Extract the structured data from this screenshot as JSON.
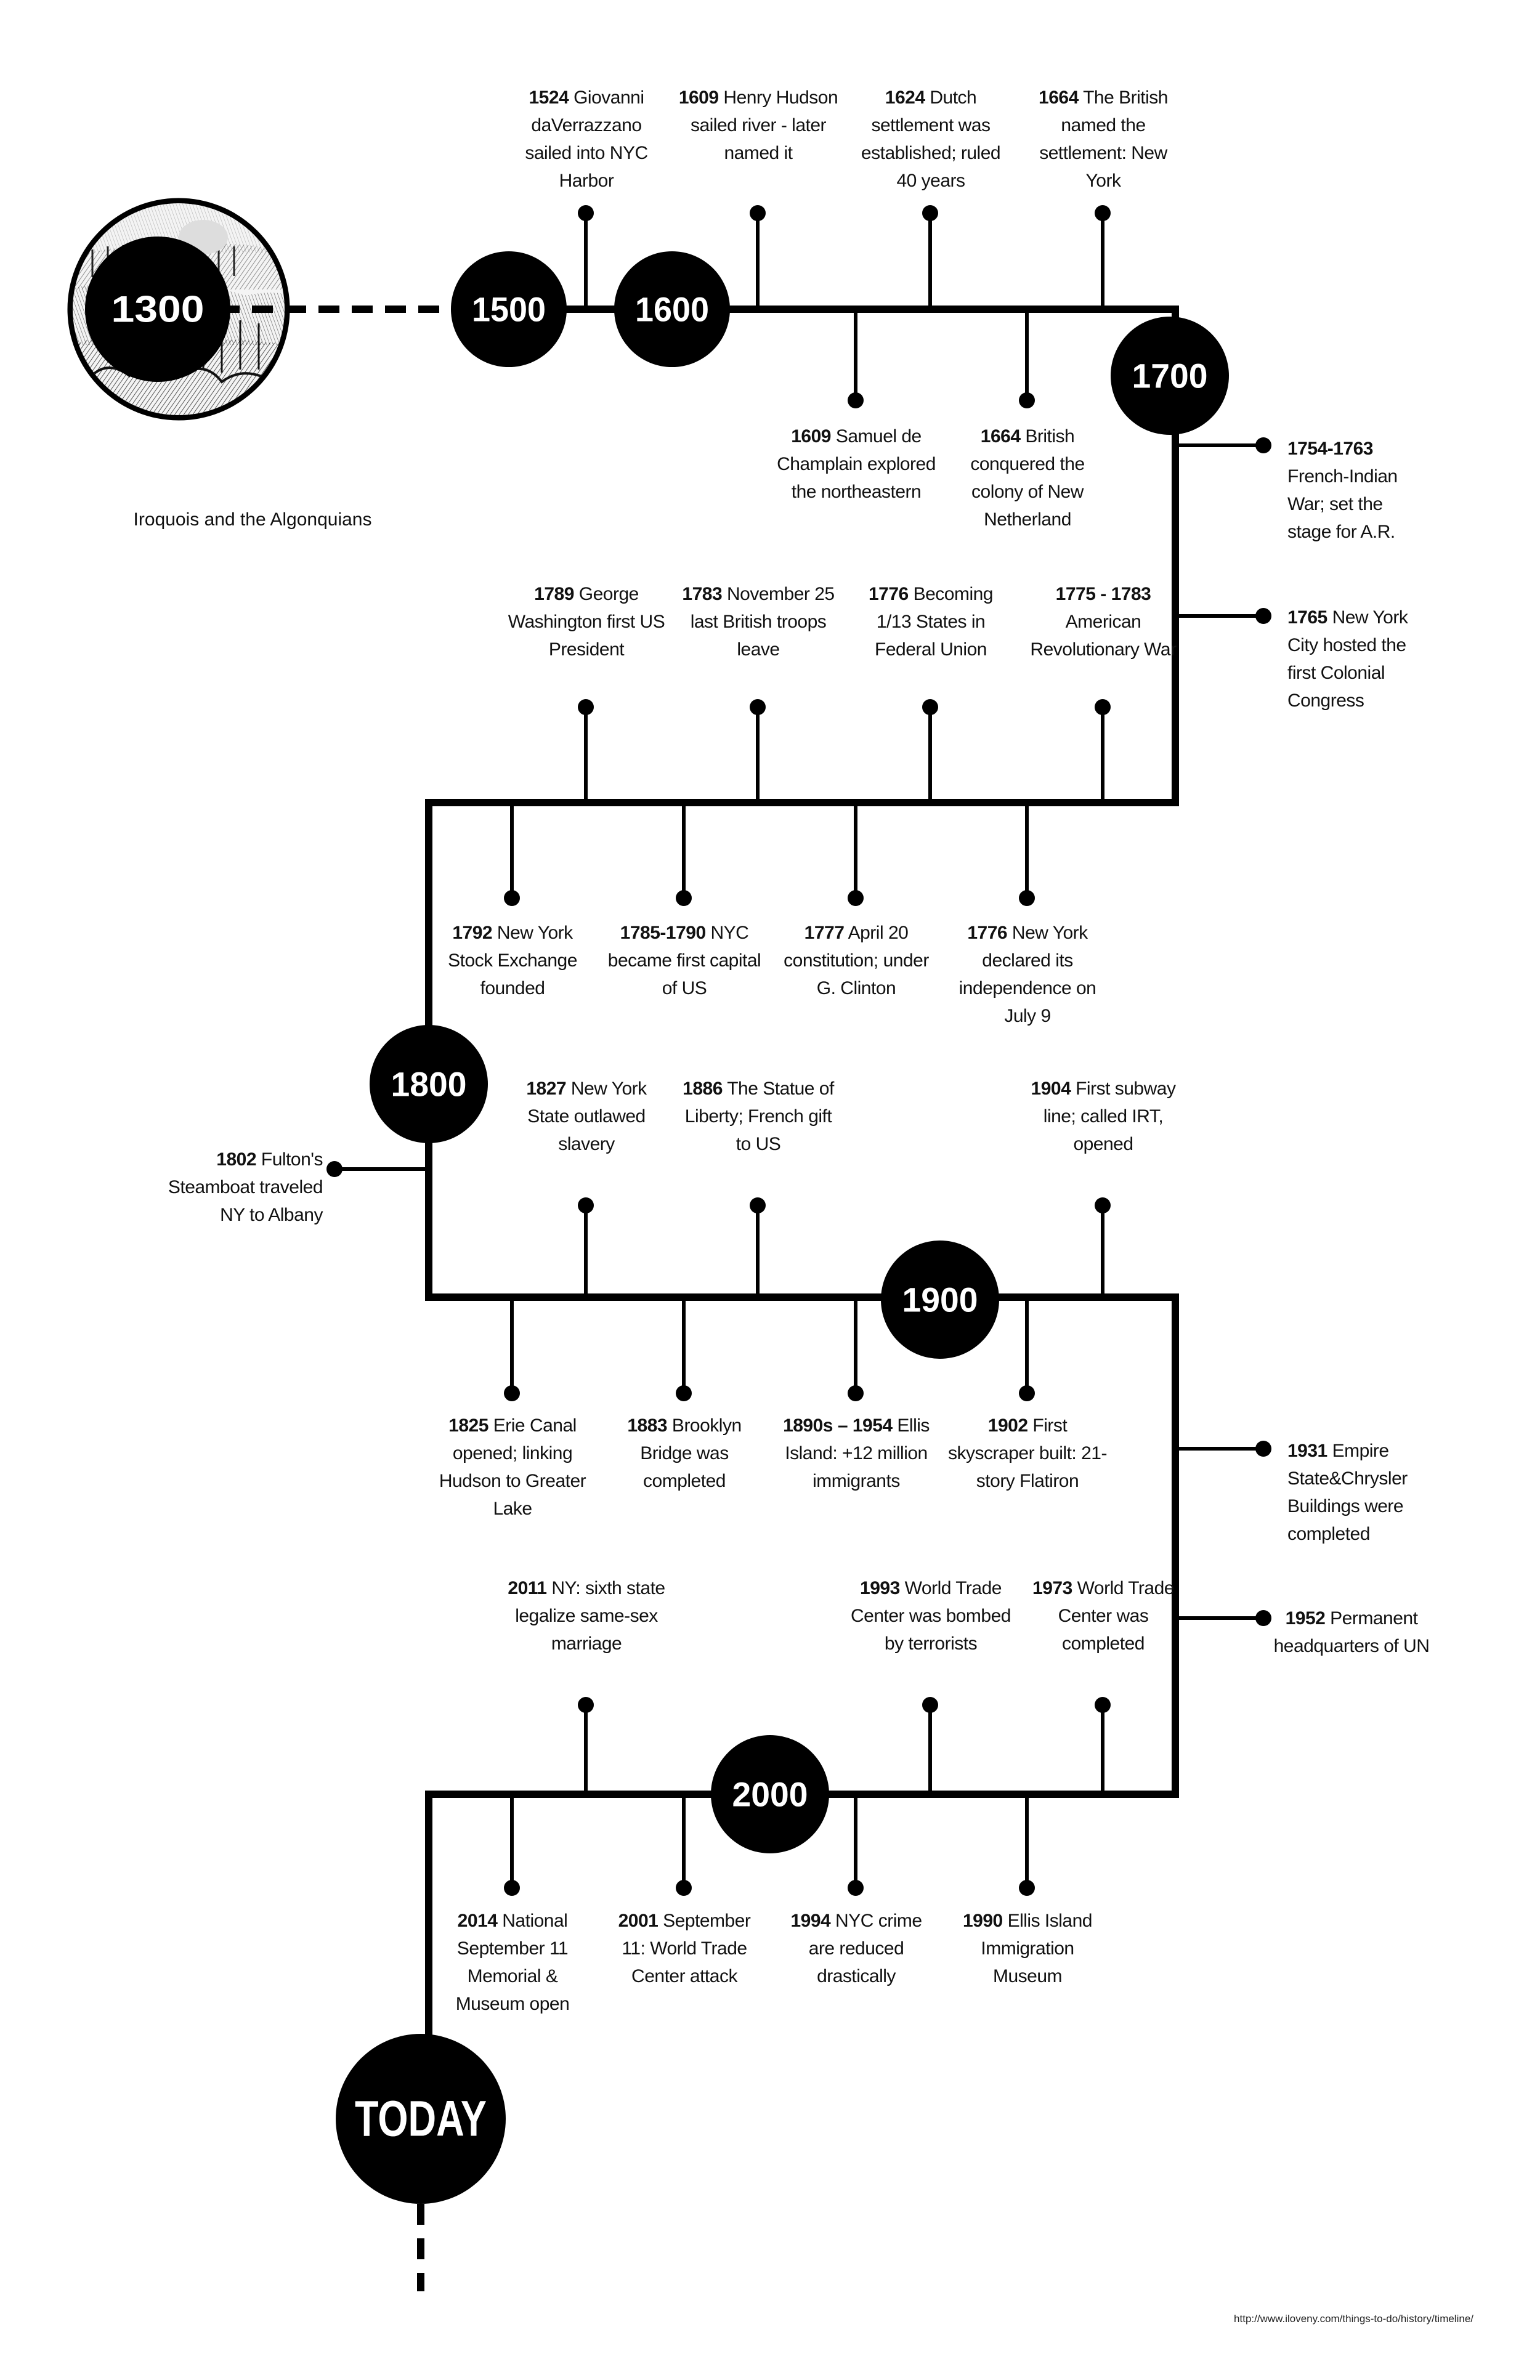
{
  "eras": [
    "1300",
    "1500",
    "1600",
    "1700",
    "1800",
    "1900",
    "2000",
    "TODAY"
  ],
  "image_caption": "Iroquois and the Algonquians",
  "events": [
    {
      "year": "1524",
      "text": "Giovanni daVerrazzano sailed into NYC Harbor"
    },
    {
      "year": "1609",
      "text": "Henry Hudson sailed river - later named it"
    },
    {
      "year": "1624",
      "text": "Dutch settlement was established; ruled 40 years"
    },
    {
      "year": "1664",
      "text": "The British named the settlement: New York"
    },
    {
      "year": "1609",
      "text": "Samuel de Champlain explored the northeastern"
    },
    {
      "year": "1664",
      "text": "British conquered the colony of New Netherland"
    },
    {
      "year": "1754-1763",
      "text": "French-Indian War; set the stage for A.R."
    },
    {
      "year": "1765",
      "text": "New York City hosted the first Colonial Congress"
    },
    {
      "year": "1789",
      "text": "George Washington first US President"
    },
    {
      "year": "1783",
      "text": "November 25 last British troops leave"
    },
    {
      "year": "1776",
      "text": "Becoming 1/13 States in Federal Union"
    },
    {
      "year": "1775 - 1783",
      "text": "American Revolutionary War"
    },
    {
      "year": "1792",
      "text": "New York Stock Exchange founded"
    },
    {
      "year": "1785-1790",
      "text": "NYC became first capital of US"
    },
    {
      "year": "1777",
      "text": "April 20 constitution; under G. Clinton"
    },
    {
      "year": "1776",
      "text": "New York declared its independence on July 9"
    },
    {
      "year": "1802",
      "text": "Fulton's Steamboat traveled NY to Albany"
    },
    {
      "year": "1827",
      "text": "New York State outlawed slavery"
    },
    {
      "year": "1886",
      "text": "The Statue of Liberty; French gift to US"
    },
    {
      "year": "1904",
      "text": "First subway line; called IRT, opened"
    },
    {
      "year": "1825",
      "text": "Erie Canal opened; linking Hudson to Greater Lake"
    },
    {
      "year": "1883",
      "text": "Brooklyn Bridge was completed"
    },
    {
      "year": "1890s – 1954",
      "text": "Ellis Island: +12 million immigrants"
    },
    {
      "year": "1902",
      "text": "First skyscraper built: 21-story Flatiron"
    },
    {
      "year": "1931",
      "text": "Empire State&Chrysler Buildings were completed"
    },
    {
      "year": "1952",
      "text": "Permanent headquarters of UN"
    },
    {
      "year": "2011",
      "text": "NY: sixth state legalize same-sex marriage"
    },
    {
      "year": "1993",
      "text": "World Trade Center was bombed by terrorists"
    },
    {
      "year": "1973",
      "text": "World Trade Center was completed"
    },
    {
      "year": "2014",
      "text": "National September 11 Memorial & Museum open"
    },
    {
      "year": "2001",
      "text": "September 11: World Trade Center attack"
    },
    {
      "year": "1994",
      "text": "NYC crime are reduced drastically"
    },
    {
      "year": "1990",
      "text": "Ellis Island Immigration Museum"
    }
  ],
  "source_url": "http://www.iloveny.com/things-to-do/history/timeline/",
  "colors": {
    "line": "#000000",
    "circle_fill": "#000000",
    "circle_text": "#ffffff",
    "text": "#111111",
    "background": "#ffffff"
  }
}
